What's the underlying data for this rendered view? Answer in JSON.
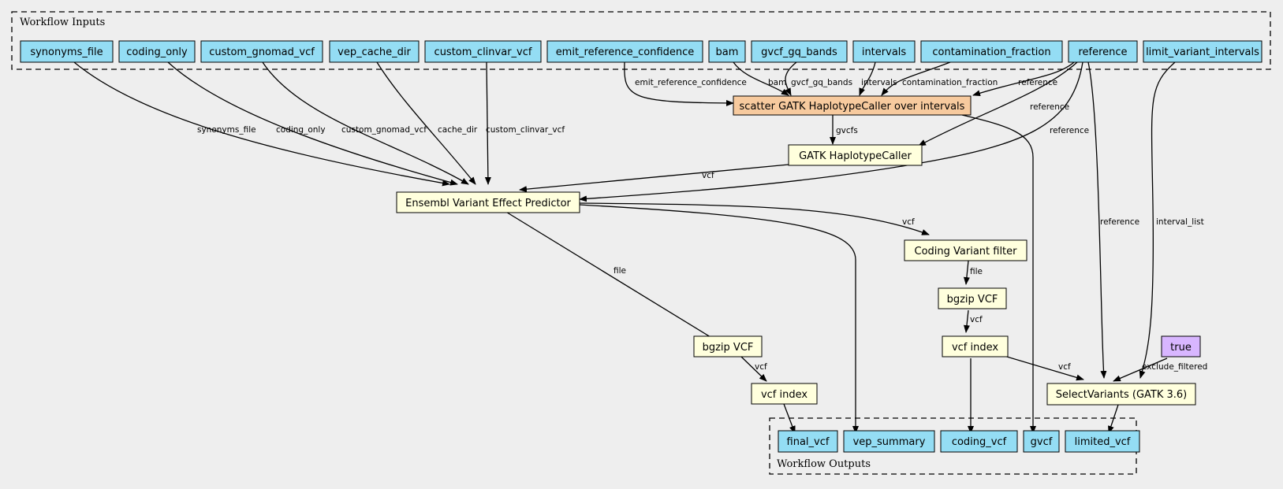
{
  "clusters": {
    "inputs": "Workflow Inputs",
    "outputs": "Workflow Outputs"
  },
  "colors": {
    "io": "#94ddf4",
    "step": "#ffffdd",
    "scatter": "#f7ca9e",
    "constant": "#d8b6ff"
  },
  "nodes": {
    "synonyms_file": "synonyms_file",
    "coding_only": "coding_only",
    "custom_gnomad_vcf": "custom_gnomad_vcf",
    "vep_cache_dir": "vep_cache_dir",
    "custom_clinvar_vcf": "custom_clinvar_vcf",
    "emit_reference_confidence": "emit_reference_confidence",
    "bam": "bam",
    "gvcf_gq_bands": "gvcf_gq_bands",
    "intervals": "intervals",
    "contamination_fraction": "contamination_fraction",
    "reference": "reference",
    "limit_variant_intervals": "limit_variant_intervals",
    "scatter_hc": "scatter GATK HaplotypeCaller over intervals",
    "gatk_hc": "GATK HaplotypeCaller",
    "vep": "Ensembl Variant Effect Predictor",
    "coding_filter": "Coding Variant filter",
    "bgzip_coding": "bgzip VCF",
    "index_coding": "vcf index",
    "bgzip_final": "bgzip VCF",
    "index_final": "vcf index",
    "true_const": "true",
    "select_variants": "SelectVariants (GATK 3.6)",
    "final_vcf": "final_vcf",
    "vep_summary": "vep_summary",
    "coding_vcf": "coding_vcf",
    "gvcf": "gvcf",
    "limited_vcf": "limited_vcf"
  },
  "edge_labels": {
    "synonyms_file": "synonyms_file",
    "coding_only": "coding_only",
    "custom_gnomad_vcf": "custom_gnomad_vcf",
    "cache_dir": "cache_dir",
    "custom_clinvar_vcf": "custom_clinvar_vcf",
    "emit_reference_confidence": "emit_reference_confidence",
    "bam": "bam",
    "gvcf_gq_bands": "gvcf_gq_bands",
    "intervals": "intervals",
    "contamination_fraction": "contamination_fraction",
    "reference_scatter": "reference",
    "reference_hc": "reference",
    "reference_vep": "reference",
    "reference_select": "reference",
    "interval_list": "interval_list",
    "gvcfs": "gvcfs",
    "vcf_hc_vep": "vcf",
    "vcf_vep_filter": "vcf",
    "file_filter_bgzip": "file",
    "vcf_bgzip_index": "vcf",
    "vcf_index_select": "vcf",
    "file_vep_bgzip": "file",
    "vcf_bgzip_index_final": "vcf",
    "exclude_filtered": "exclude_filtered"
  }
}
